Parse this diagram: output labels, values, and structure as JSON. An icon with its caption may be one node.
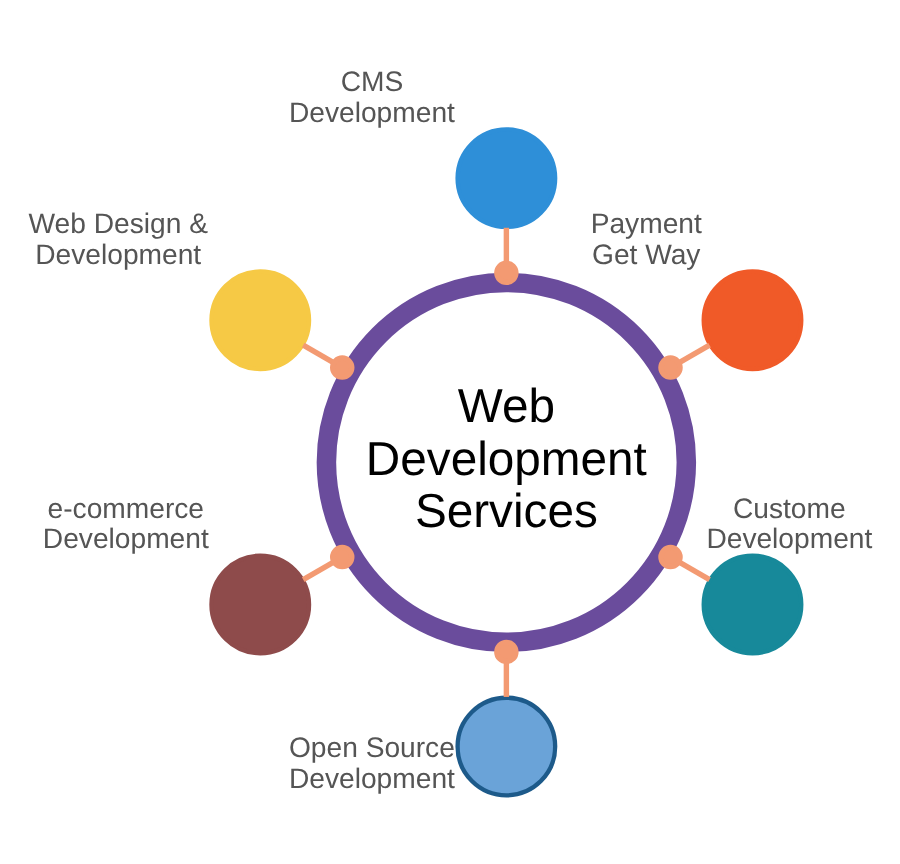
{
  "diagram": {
    "nodes": [
      {
        "text": [
          "Web Development Services"
        ]
      },
      {
        "text": [],
        "shape": "circle",
        "beside": [
          "CMS Development"
        ]
      },
      {
        "text": [],
        "shape": "circle",
        "beside": [
          "Payment Get Way"
        ]
      },
      {
        "text": [],
        "shape": "circle",
        "beside": [
          "Custome Development"
        ]
      },
      {
        "text": [],
        "shape": "circle",
        "beside": [
          "Open Source Development"
        ]
      },
      {
        "text": [],
        "shape": "circle",
        "beside": [
          "e-commerce Development"
        ]
      },
      {
        "text": [],
        "shape": "circle",
        "beside": [
          "Web Design & Development"
        ]
      }
    ],
    "edges": [
      {
        "from": 0,
        "to": 1,
        "arrow": "other"
      },
      {
        "from": 0,
        "to": 2,
        "arrow": "other"
      },
      {
        "from": 0,
        "to": 3,
        "arrow": "other"
      },
      {
        "from": 0,
        "to": 4,
        "arrow": "other"
      },
      {
        "from": 0,
        "to": 5,
        "arrow": "other"
      },
      {
        "from": 0,
        "to": 6,
        "arrow": "other"
      }
    ]
  }
}
